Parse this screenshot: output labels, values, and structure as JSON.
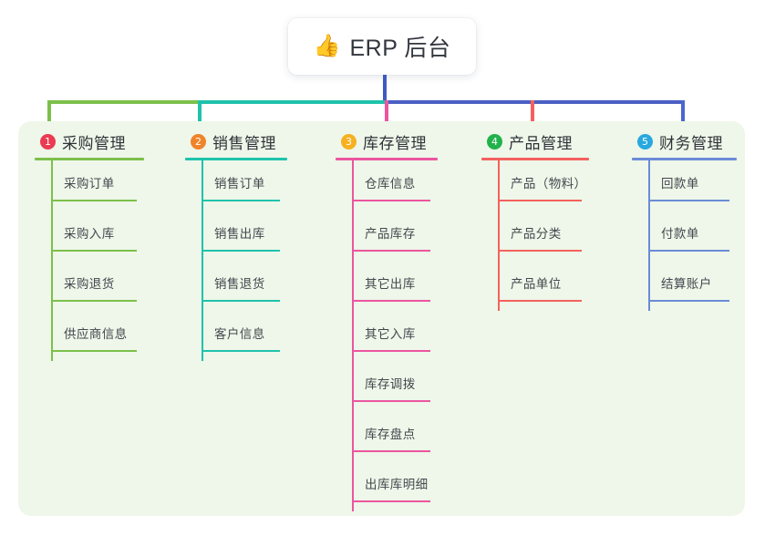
{
  "root": {
    "icon": "thumbs-up-emoji",
    "emoji": "👍",
    "title": "ERP 后台"
  },
  "theme": {
    "panel_bg": "#eef7e9",
    "page_bg": "#ffffff",
    "stem_color": "#4059c0",
    "title_text": "#32363d"
  },
  "columns": [
    {
      "number": "1",
      "title": "采购管理",
      "badge_color": "#ea3b52",
      "line_color": "#7cc04b",
      "items": [
        "采购订单",
        "采购入库",
        "采购退货",
        "供应商信息"
      ]
    },
    {
      "number": "2",
      "title": "销售管理",
      "badge_color": "#f0842a",
      "line_color": "#1fc2ac",
      "items": [
        "销售订单",
        "销售出库",
        "销售退货",
        "客户信息"
      ]
    },
    {
      "number": "3",
      "title": "库存管理",
      "badge_color": "#f5b121",
      "line_color": "#ec55a0",
      "items": [
        "仓库信息",
        "产品库存",
        "其它出库",
        "其它入库",
        "库存调拨",
        "库存盘点",
        "出库库明细"
      ]
    },
    {
      "number": "4",
      "title": "产品管理",
      "badge_color": "#22b24c",
      "line_color": "#f4615e",
      "items": [
        "产品（物料）",
        "产品分类",
        "产品单位"
      ]
    },
    {
      "number": "5",
      "title": "财务管理",
      "badge_color": "#29a8e0",
      "line_color": "#6b8bd8",
      "items": [
        "回款单",
        "付款单",
        "结算账户"
      ]
    }
  ],
  "connectors": {
    "bus_segments": [
      {
        "color": "#7cc04b"
      },
      {
        "color": "#1fc2ac"
      },
      {
        "color": "#4b5fc4"
      }
    ],
    "drops": [
      {
        "color": "#7cc04b"
      },
      {
        "color": "#1fc2ac"
      },
      {
        "color": "#ec55a0"
      },
      {
        "color": "#f4615e"
      },
      {
        "color": "#4b67cf"
      }
    ]
  }
}
